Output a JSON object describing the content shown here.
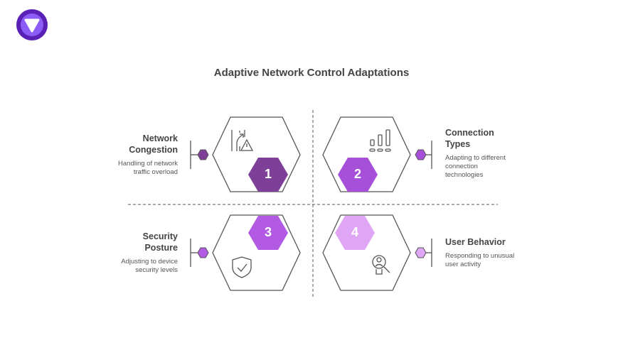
{
  "title": "Adaptive Network Control Adaptations",
  "colors": {
    "step1": "#7d3f98",
    "step2": "#a64fd8",
    "step3": "#b35ae4",
    "step4": "#dfa6f5",
    "line": "#555555"
  },
  "items": [
    {
      "number": "1",
      "heading": "Network Congestion",
      "description": "Handling of network traffic overload",
      "icon": "traffic-warning-icon"
    },
    {
      "number": "2",
      "heading": "Connection Types",
      "description": "Adapting to different connection technologies",
      "icon": "signal-bars-icon"
    },
    {
      "number": "3",
      "heading": "Security Posture",
      "description": "Adjusting to device security levels",
      "icon": "shield-check-icon"
    },
    {
      "number": "4",
      "heading": "User Behavior",
      "description": "Responding to unusual user activity",
      "icon": "user-search-icon"
    }
  ]
}
